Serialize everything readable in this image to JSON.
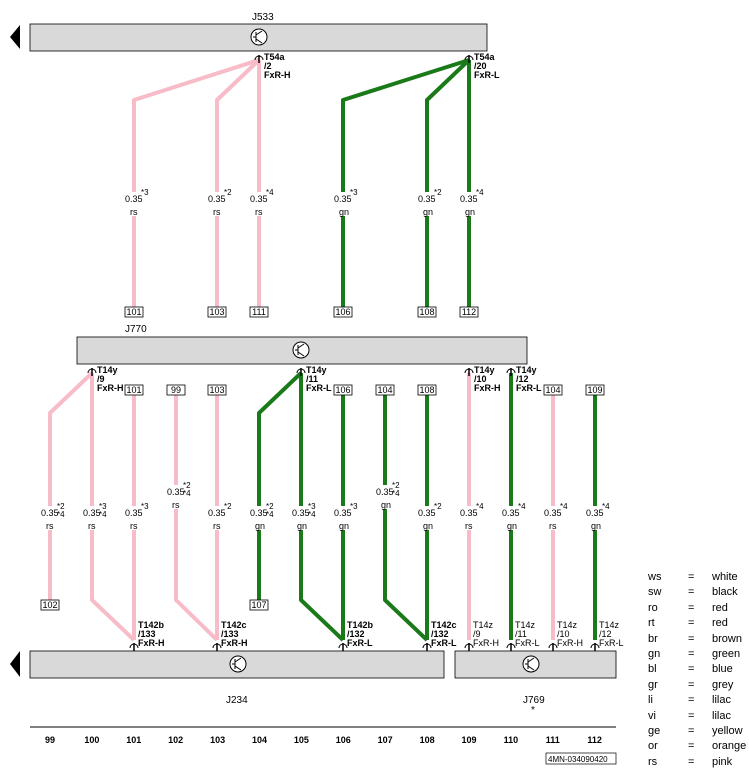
{
  "components": {
    "top": "J533",
    "middle": "J770",
    "bottom_left": "J234",
    "bottom_right": "J769"
  },
  "top_pins": [
    {
      "id": "T54a-2",
      "lines": [
        "T54a",
        "/2",
        "FxR-H"
      ]
    },
    {
      "id": "T54a-20",
      "lines": [
        "T54a",
        "/20",
        "FxR-L"
      ]
    }
  ],
  "middle_pins": [
    {
      "id": "T14y-9",
      "lines": [
        "T14y",
        "/9",
        "FxR-H"
      ]
    },
    {
      "id": "T14y-11",
      "lines": [
        "T14y",
        "/11",
        "FxR-L"
      ]
    },
    {
      "id": "T14y-10",
      "lines": [
        "T14y",
        "/10",
        "FxR-H"
      ]
    },
    {
      "id": "T14y-12",
      "lines": [
        "T14y",
        "/12",
        "FxR-L"
      ]
    }
  ],
  "bottom_pins": [
    {
      "id": "T142b-133",
      "lines": [
        "T142b",
        "/133",
        "FxR-H"
      ]
    },
    {
      "id": "T142c-133",
      "lines": [
        "T142c",
        "/133",
        "FxR-H"
      ]
    },
    {
      "id": "T142b-132",
      "lines": [
        "T142b",
        "/132",
        "FxR-L"
      ]
    },
    {
      "id": "T142c-132",
      "lines": [
        "T142c",
        "/132",
        "FxR-L"
      ]
    },
    {
      "id": "T14z-9",
      "lines": [
        "T14z",
        "/9",
        "FxR-H"
      ]
    },
    {
      "id": "T14z-11",
      "lines": [
        "T14z",
        "/11",
        "FxR-L"
      ]
    },
    {
      "id": "T14z-10",
      "lines": [
        "T14z",
        "/10",
        "FxR-H"
      ]
    },
    {
      "id": "T14z-12",
      "lines": [
        "T14z",
        "/12",
        "FxR-L"
      ]
    }
  ],
  "top_wires": [
    {
      "size": "0.35",
      "note": "*3",
      "color": "rs"
    },
    {
      "size": "0.35",
      "note": "*2",
      "color": "rs"
    },
    {
      "size": "0.35",
      "note": "*4",
      "color": "rs"
    },
    {
      "size": "0.35",
      "note": "*3",
      "color": "gn"
    },
    {
      "size": "0.35",
      "note": "*2",
      "color": "gn"
    },
    {
      "size": "0.35",
      "note": "*4",
      "color": "gn"
    }
  ],
  "top_refs": [
    "101",
    "103",
    "111",
    "106",
    "108",
    "112"
  ],
  "middle_wires": [
    {
      "size": "0.35",
      "note": "*2\n*4",
      "color": "rs"
    },
    {
      "size": "0.35",
      "note": "*3\n*4",
      "color": "rs"
    },
    {
      "size": "0.35",
      "note": "*3",
      "color": "rs"
    },
    {
      "size": "0.35",
      "note": "*2\n*4",
      "color": "rs"
    },
    {
      "size": "0.35",
      "note": "*2",
      "color": "rs"
    },
    {
      "size": "0.35",
      "note": "*2\n*4",
      "color": "gn"
    },
    {
      "size": "0.35",
      "note": "*3\n*4",
      "color": "gn"
    },
    {
      "size": "0.35",
      "note": "*3",
      "color": "gn"
    },
    {
      "size": "0.35",
      "note": "*2\n*4",
      "color": "gn"
    },
    {
      "size": "0.35",
      "note": "*2",
      "color": "gn"
    },
    {
      "size": "0.35",
      "note": "*4",
      "color": "rs"
    },
    {
      "size": "0.35",
      "note": "*4",
      "color": "gn"
    },
    {
      "size": "0.35",
      "note": "*4",
      "color": "rs"
    },
    {
      "size": "0.35",
      "note": "*4",
      "color": "gn"
    }
  ],
  "middle_top_refs": [
    "101",
    "99",
    "103",
    "106",
    "104",
    "108",
    "104",
    "109"
  ],
  "middle_bottom_refs": [
    "102",
    "107"
  ],
  "axis": [
    "99",
    "100",
    "101",
    "102",
    "103",
    "104",
    "105",
    "106",
    "107",
    "108",
    "109",
    "110",
    "111",
    "112"
  ],
  "footer_code": "4MN-034090420",
  "bottom_right_mark": "*",
  "legend": [
    {
      "code": "ws",
      "eq": "=",
      "name": "white"
    },
    {
      "code": "sw",
      "eq": "=",
      "name": "black"
    },
    {
      "code": "ro",
      "eq": "=",
      "name": "red"
    },
    {
      "code": "rt",
      "eq": "=",
      "name": "red"
    },
    {
      "code": "br",
      "eq": "=",
      "name": "brown"
    },
    {
      "code": "gn",
      "eq": "=",
      "name": "green"
    },
    {
      "code": "bl",
      "eq": "=",
      "name": "blue"
    },
    {
      "code": "gr",
      "eq": "=",
      "name": "grey"
    },
    {
      "code": "li",
      "eq": "=",
      "name": "lilac"
    },
    {
      "code": "vi",
      "eq": "=",
      "name": "lilac"
    },
    {
      "code": "ge",
      "eq": "=",
      "name": "yellow"
    },
    {
      "code": "or",
      "eq": "=",
      "name": "orange"
    },
    {
      "code": "rs",
      "eq": "=",
      "name": "pink"
    }
  ],
  "colors": {
    "pink": "#f7bcc7",
    "green": "#1a7a1a",
    "bar": "#d9d9d9"
  }
}
